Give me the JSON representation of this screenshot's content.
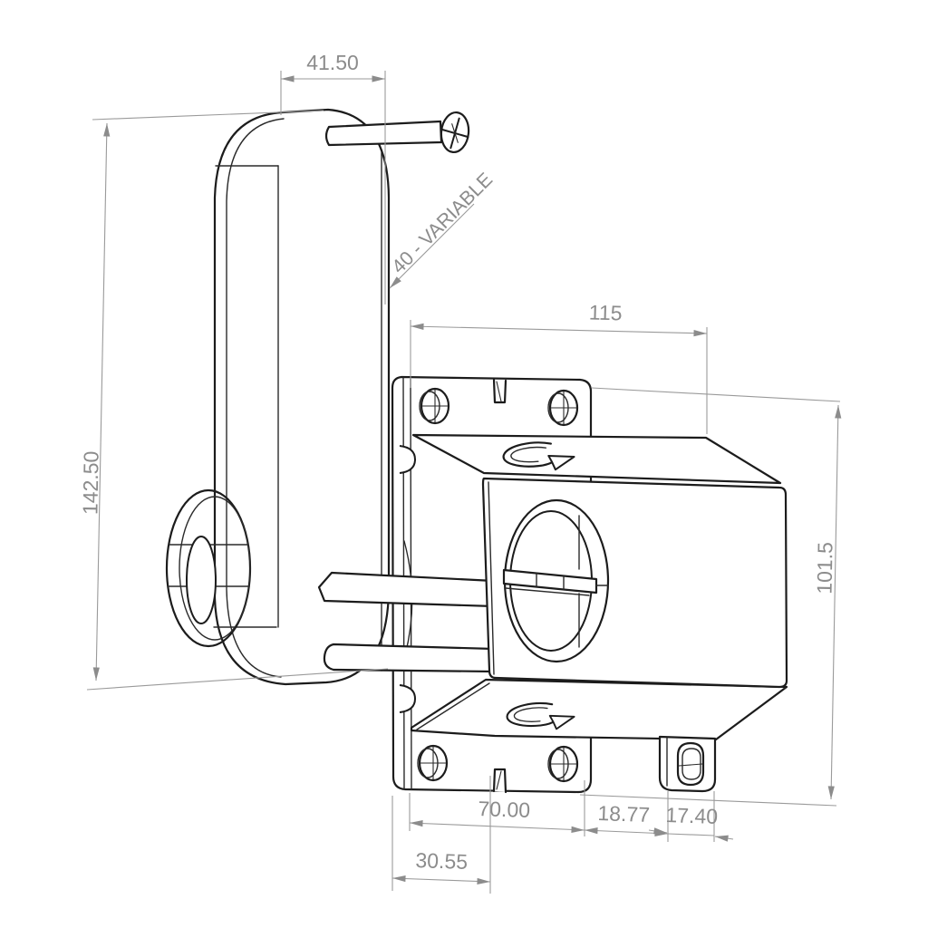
{
  "drawing": {
    "background": "#ffffff",
    "outline_color": "#1c1c1c",
    "dimension_color": "#8c8c8c",
    "dimensions": {
      "plate_width": "41.50",
      "backset": "40 - VARIABLE",
      "body_width": "115",
      "plate_height": "142.50",
      "body_height": "101.5",
      "hole_spacing": "70.00",
      "hole_to_tab": "18.77",
      "tab_width": "17.40",
      "edge_to_centre": "30.55"
    }
  }
}
